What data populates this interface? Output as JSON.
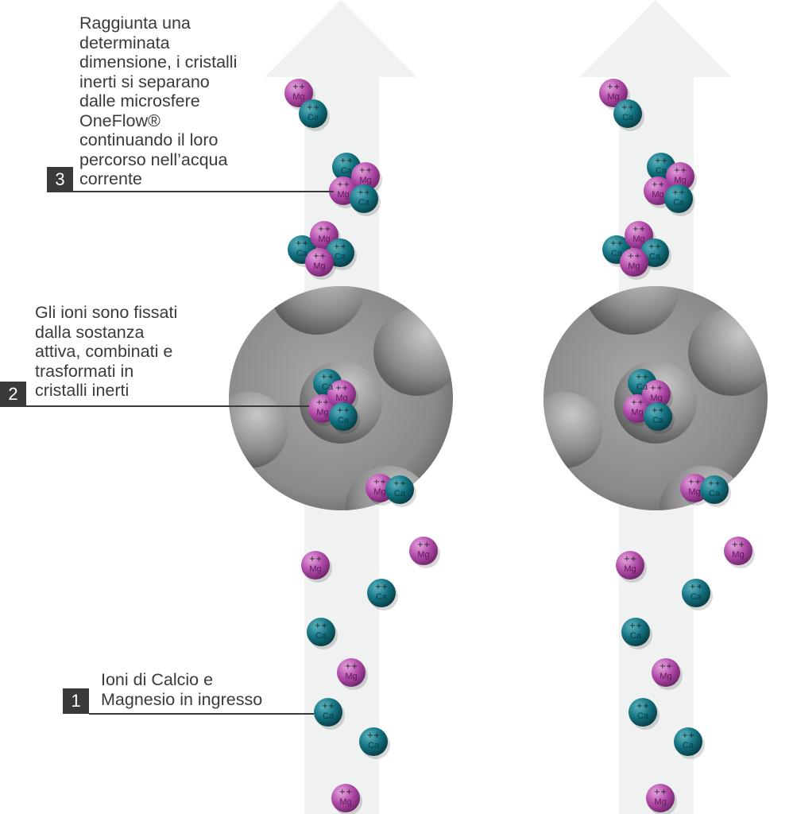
{
  "steps": [
    {
      "number": "1",
      "text": "Ioni di Calcio e\nMagnesio in ingresso"
    },
    {
      "number": "2",
      "text": "Gli ioni sono fissati\ndalla sostanza\nattiva, combinati e\ntrasformati in\ncristalli inerti"
    },
    {
      "number": "3",
      "text": "Raggiunta una\ndeterminata\ndimensione, i cristalli\ninerti si separano\ndalle microsfere\nOneFlow®\ncontinuando il loro\npercorso nell’acqua\ncorrente"
    }
  ],
  "ions": {
    "magnesium": {
      "symbol": "Mg",
      "charge": "++",
      "color": "#b04aa8"
    },
    "calcium": {
      "symbol": "Ca",
      "charge": "++",
      "color": "#12717f"
    }
  },
  "colors": {
    "arrow": "#f0f1f1",
    "microsphere": "#8d8d8d",
    "text": "#3a3a3a"
  }
}
